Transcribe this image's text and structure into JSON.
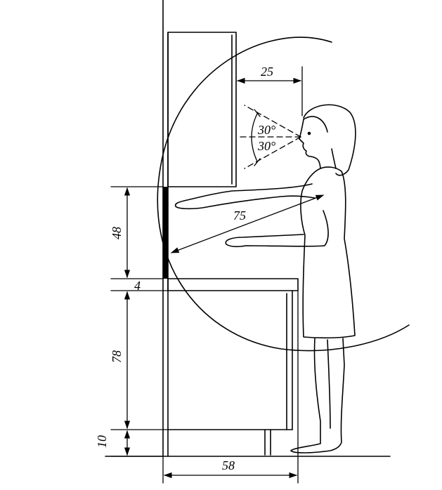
{
  "dimensions": {
    "upper_cabinet_clearance": "25",
    "gaze_angle_up": "30°",
    "gaze_angle_down": "30°",
    "arm_reach": "75",
    "backsplash_height": "48",
    "countertop_thickness": "4",
    "base_cabinet_height": "78",
    "plinth_height": "10",
    "counter_depth": "58"
  },
  "colors": {
    "line": "#000000",
    "background": "#ffffff"
  }
}
